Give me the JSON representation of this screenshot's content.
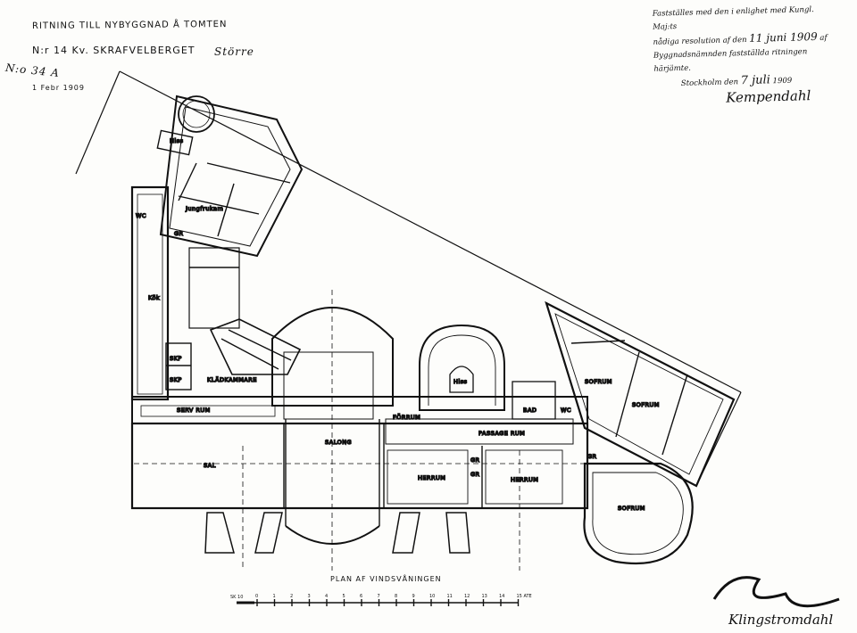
{
  "header": {
    "title_line1": "RITNING TILL NYBYGGNAD Å TOMTEN",
    "title_line2": "N:r 14 Kv. SKRAFVELBERGET",
    "title_suffix": "Större",
    "ref_code": "N:o 34 A",
    "date_stamp": "1 Febr 1909"
  },
  "approval": {
    "line1": "Fastställes med den i enlighet med Kungl. Maj:ts",
    "line2_a": "nådiga resolution af den",
    "line2_b": "11 juni 1909",
    "line2_c": "af",
    "line3": "Byggnadsnämnden fastställda ritningen härjämte.",
    "line4_a": "Stockholm den",
    "line4_b": "7 juli",
    "line4_c": "1909",
    "signature": "Kempendahl"
  },
  "rooms": {
    "hiss_top": "Hiss",
    "jungfrukammare": "Jungfrukam",
    "gr_top": "GR",
    "wc_left": "WC",
    "kok": "Kök",
    "skp1": "SKP",
    "skp2": "SKP",
    "kladkammare": "KLÄDKAMMARE",
    "serveringsrum": "SERV  RUM",
    "sal": "SAL",
    "salong": "SALONG",
    "hiss_mid": "Hiss",
    "fordrum": "FÖRRUM",
    "passage": "PASSAGE  RUM",
    "bad": "BAD",
    "wc_right": "WC",
    "herrum1": "HERRUM",
    "herrum2": "HERRUM",
    "gr_mid1": "GR",
    "gr_mid2": "GR",
    "gr_right": "GR",
    "sofrum1": "SOFRUM",
    "sofrum2": "SOFRUM",
    "sofrum3": "SOFRUM"
  },
  "plan_title": "PLAN AF VINDSVÅNINGEN",
  "scale": {
    "start": "SK 10",
    "ticks": [
      "0",
      "1",
      "2",
      "3",
      "4",
      "5",
      "6",
      "7",
      "8",
      "9",
      "10",
      "11",
      "12",
      "13",
      "14",
      "15 ATE"
    ]
  },
  "architect_signature": "Klingstromdahl"
}
